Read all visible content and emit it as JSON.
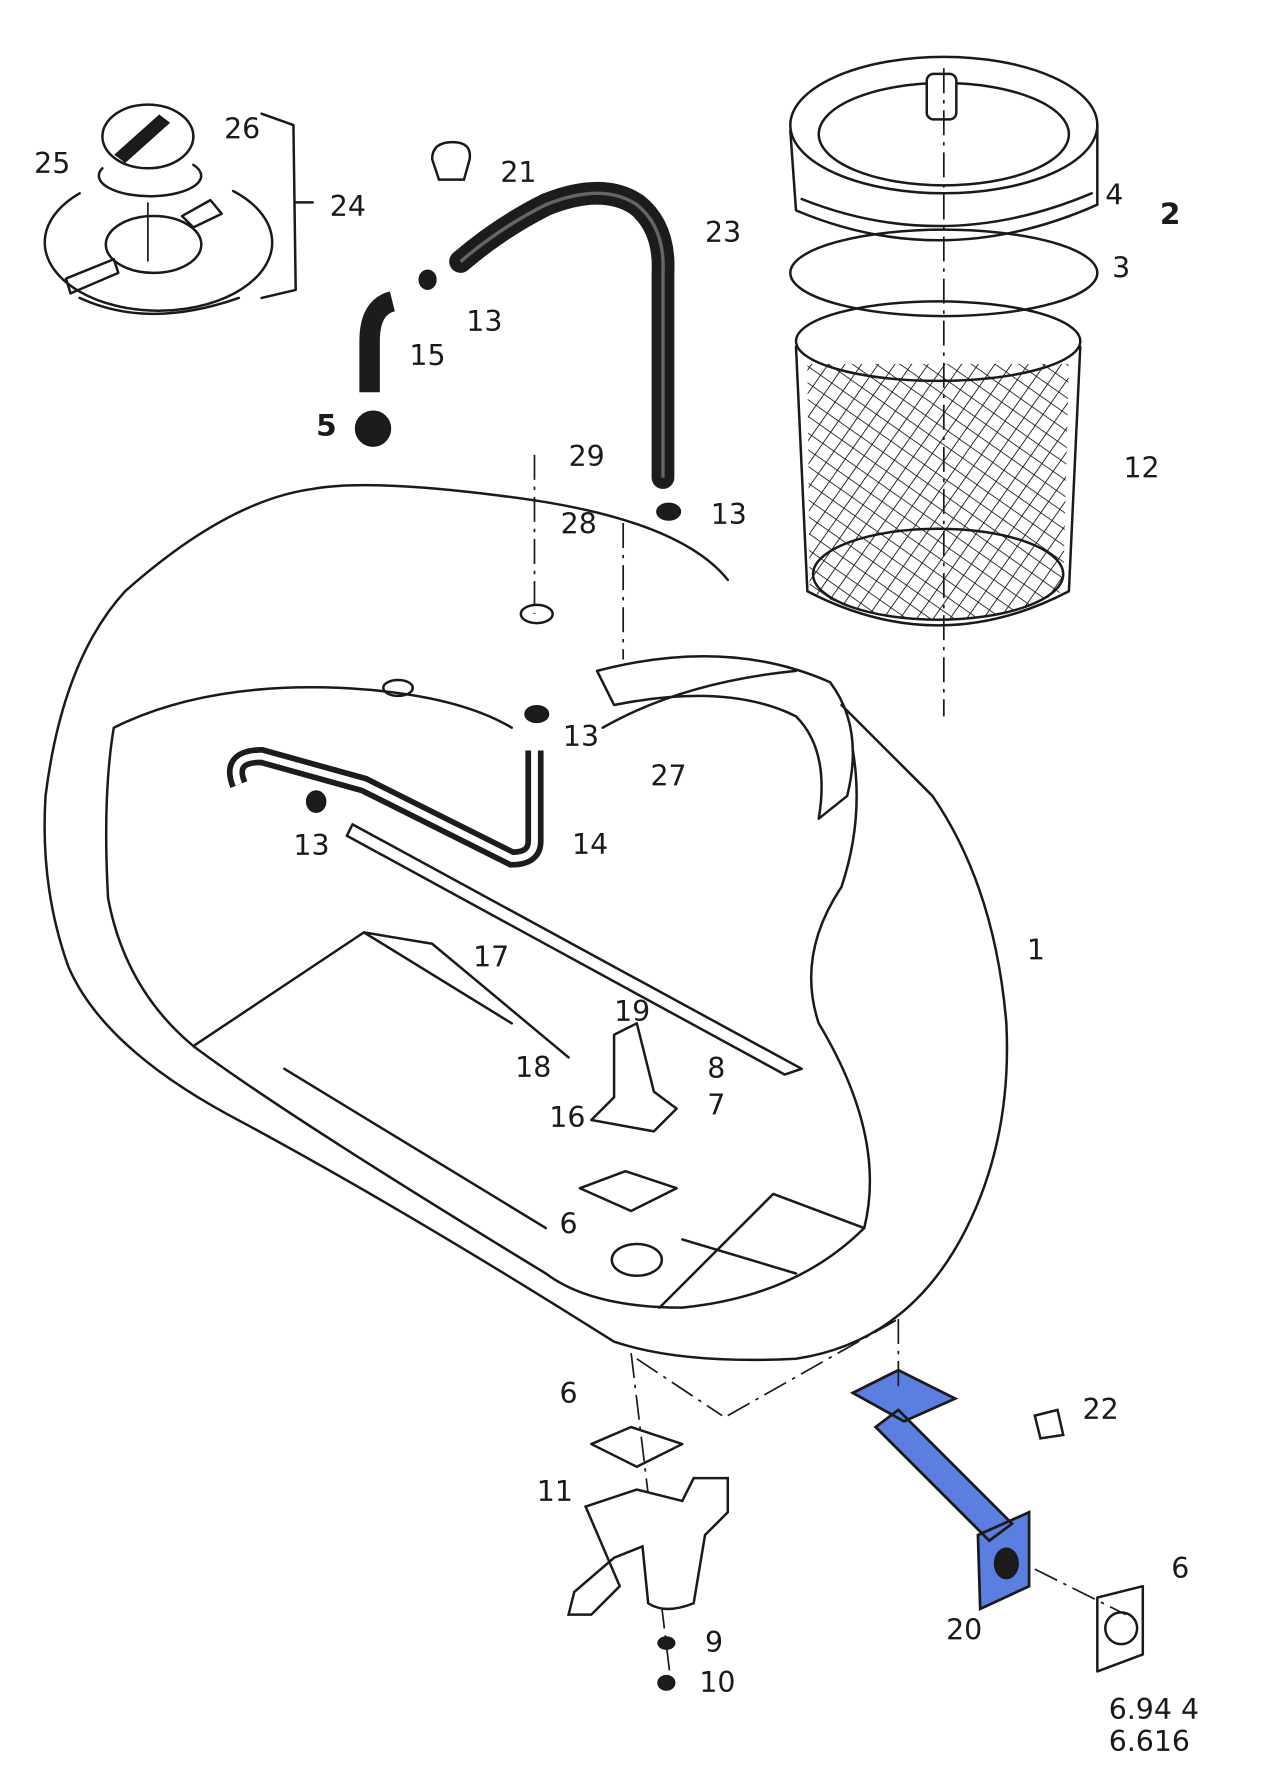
{
  "diagram": {
    "highlight_color": "#5b7fe0",
    "callouts": [
      "26",
      "25",
      "24",
      "21",
      "23",
      "13",
      "15",
      "5",
      "4",
      "2",
      "3",
      "12",
      "29",
      "28",
      "13",
      "13",
      "27",
      "13",
      "14",
      "1",
      "17",
      "19",
      "8",
      "18",
      "7",
      "16",
      "6",
      "6",
      "11",
      "22",
      "6",
      "20",
      "9",
      "10"
    ],
    "drawing_numbers": [
      "6.94 4",
      "6.616"
    ]
  }
}
